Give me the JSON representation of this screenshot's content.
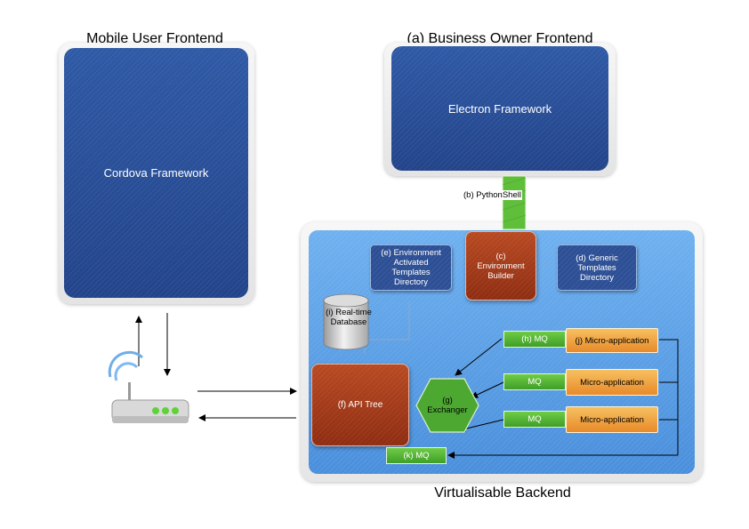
{
  "mobile": {
    "heading": "Mobile User Frontend",
    "panel_label": "Cordova Framework"
  },
  "owner": {
    "heading": "(a) Business Owner Frontend",
    "panel_label": "Electron Framework"
  },
  "python_shell": {
    "label": "(b) PythonShell"
  },
  "backend": {
    "heading": "Virtualisable Backend",
    "env_templates": "(e) Environment Activated Templates Directory",
    "env_builder": "(c) Environment Builder",
    "generic_templates": "(d) Generic Templates Directory",
    "database": "(i) Real-time Database",
    "api_tree": "(f) API Tree",
    "exchanger": "(g) Exchanger",
    "queues": [
      "(h) MQ",
      "MQ",
      "MQ"
    ],
    "micro_apps": [
      "(j) Micro-application",
      "Micro-application",
      "Micro-application"
    ],
    "return_queue": "(k) MQ"
  },
  "icons": {
    "router": "wifi-router-icon"
  },
  "colors": {
    "frontend_panel": "#2d4f95",
    "backend_panel": "#5b9fe6",
    "red_node": "#a33b1a",
    "green_node": "#54b135",
    "orange_node": "#f0a544"
  }
}
